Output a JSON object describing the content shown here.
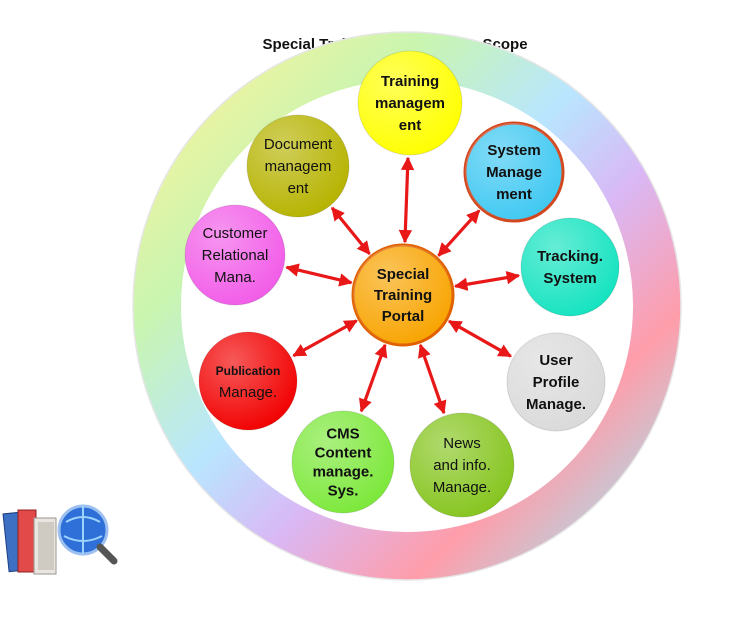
{
  "title": "Special Training Portal  feature Scope",
  "center": {
    "lines": [
      "Special",
      "Training",
      "Portal"
    ],
    "fill": "#F8A400",
    "stroke": "#E06000"
  },
  "nodes": [
    {
      "id": "training",
      "lines": [
        "Training",
        "managem",
        "ent"
      ],
      "fill": "#FFFF00",
      "bold": true
    },
    {
      "id": "system",
      "lines": [
        "System",
        "Manage",
        "ment"
      ],
      "fill": "#3FC8F2",
      "bold": true
    },
    {
      "id": "tracking",
      "lines": [
        "Tracking.",
        "System"
      ],
      "fill": "#14E3C0",
      "bold": true
    },
    {
      "id": "user-profile",
      "lines": [
        "User",
        "Profile",
        "Manage."
      ],
      "fill": "#DADADA",
      "bold": true
    },
    {
      "id": "news",
      "lines": [
        "News",
        "and info.",
        "Manage."
      ],
      "fill": "#86C51F",
      "bold": false
    },
    {
      "id": "cms",
      "lines": [
        "CMS",
        "Content",
        "manage.",
        "Sys."
      ],
      "fill": "#7CE83A",
      "bold": true
    },
    {
      "id": "publication",
      "lines": [
        "Publication",
        "Manage."
      ],
      "fill": "#F20000",
      "bold": false
    },
    {
      "id": "crm",
      "lines": [
        "Customer",
        "Relational",
        "Mana."
      ],
      "fill": "#F25CE8",
      "bold": false
    },
    {
      "id": "document",
      "lines": [
        "Document",
        "managem",
        "ent"
      ],
      "fill": "#B6B300",
      "bold": false
    }
  ],
  "colors": {
    "arrow": "#E81818",
    "ring_stops": [
      "#A8E8FF",
      "#C9A7F5",
      "#FF9DAA",
      "#FF9DAA",
      "#B8E8FF",
      "#9CF0A8",
      "#FFF29A",
      "#F3E8A0"
    ]
  },
  "icons": {
    "books": "books-with-magnifier-icon"
  }
}
